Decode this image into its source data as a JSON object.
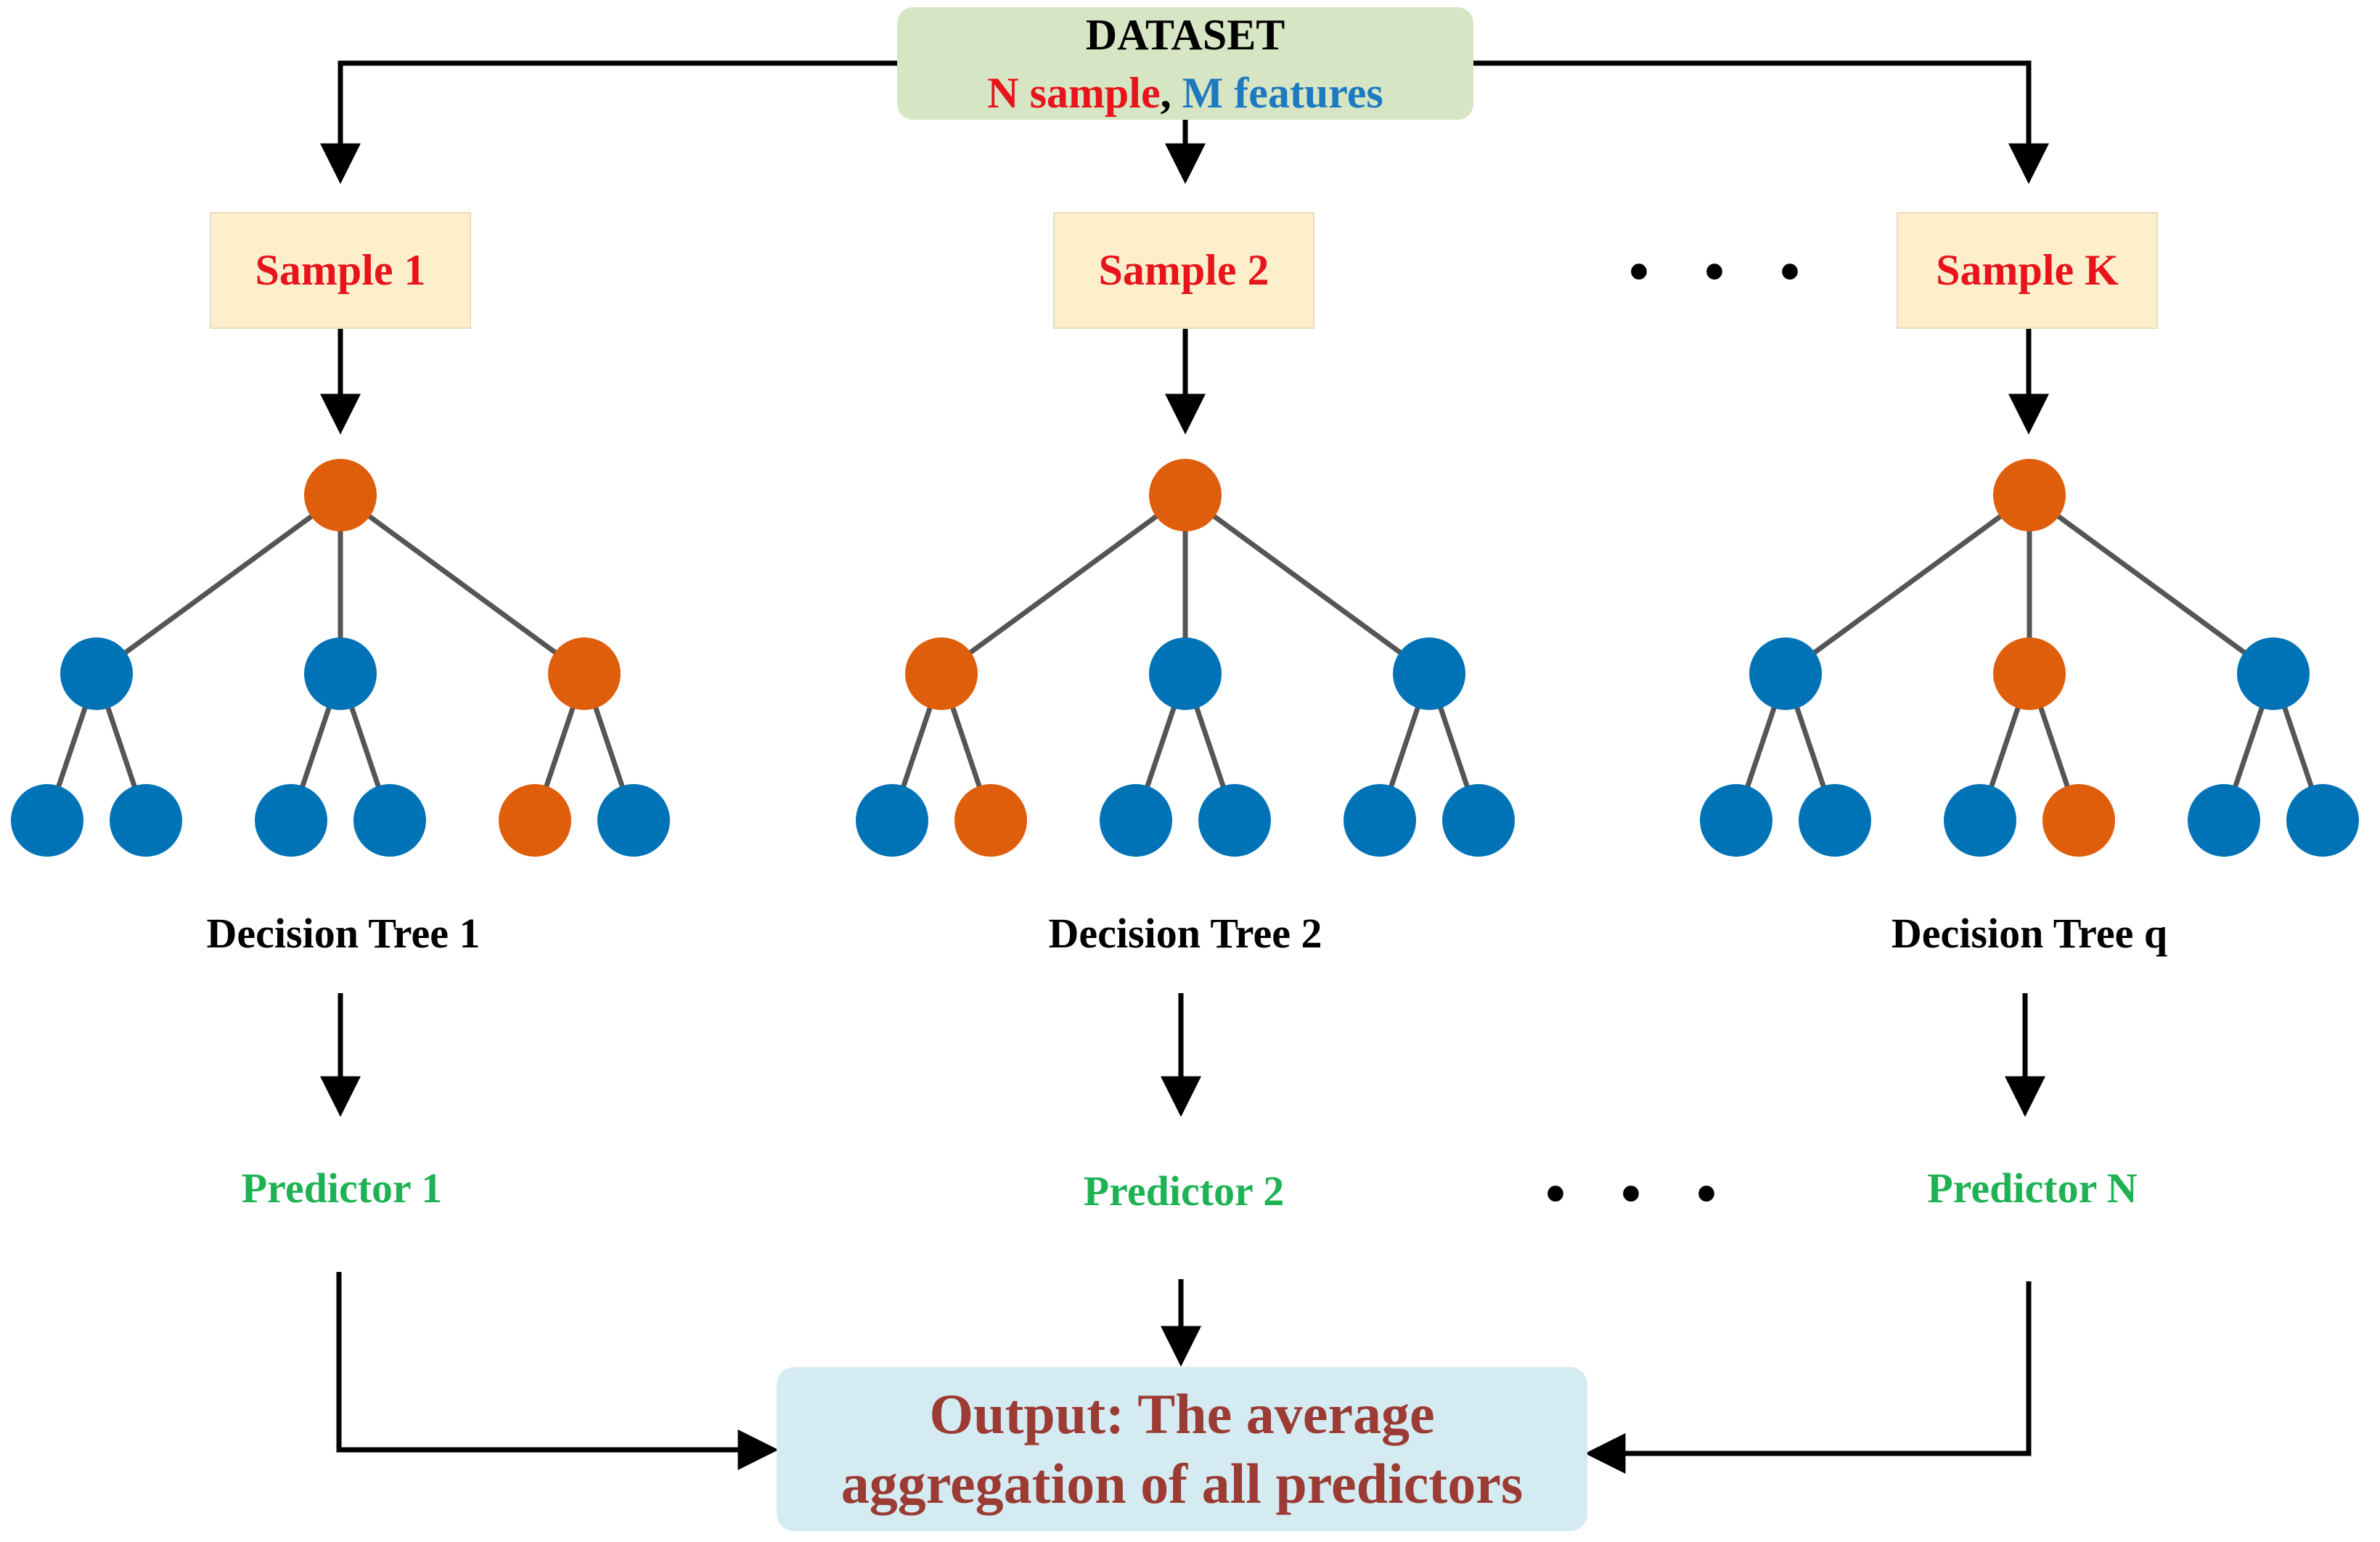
{
  "colors": {
    "node_orange": "#df5e0c",
    "node_blue": "#0073b7",
    "edge": "#555555",
    "arrow": "#000000",
    "sample_text": "#e8141b",
    "dataset_n_text": "#e8141b",
    "dataset_m_text": "#1e7ac0",
    "predictor_text": "#1fb255",
    "output_text": "#9b3b33",
    "dataset_bg": "#d6e5c3",
    "sample_bg": "#fdefcc",
    "output_bg": "#d5ebf2"
  },
  "dataset": {
    "title": "DATASET",
    "n_text": "N sample",
    "separator": ", ",
    "m_text": "M features"
  },
  "samples": [
    {
      "label": "Sample 1"
    },
    {
      "label": "Sample 2"
    },
    {
      "label": "Sample K"
    }
  ],
  "ellipsis": "• • •",
  "trees": [
    {
      "label": "Decision Tree 1",
      "root": "orange",
      "level2": [
        "blue",
        "blue",
        "orange"
      ],
      "level3": [
        "blue",
        "blue",
        "blue",
        "blue",
        "orange",
        "blue"
      ]
    },
    {
      "label": "Decision Tree 2",
      "root": "orange",
      "level2": [
        "orange",
        "blue",
        "blue"
      ],
      "level3": [
        "blue",
        "orange",
        "blue",
        "blue",
        "blue",
        "blue"
      ]
    },
    {
      "label": "Decision Tree q",
      "root": "orange",
      "level2": [
        "blue",
        "orange",
        "blue"
      ],
      "level3": [
        "blue",
        "blue",
        "blue",
        "orange",
        "blue",
        "blue"
      ]
    }
  ],
  "predictors": [
    {
      "label": "Predictor 1"
    },
    {
      "label": "Predictor 2"
    },
    {
      "label": "Predictor N"
    }
  ],
  "output": {
    "line1": "Output: The average",
    "line2": "aggregation of all predictors"
  }
}
